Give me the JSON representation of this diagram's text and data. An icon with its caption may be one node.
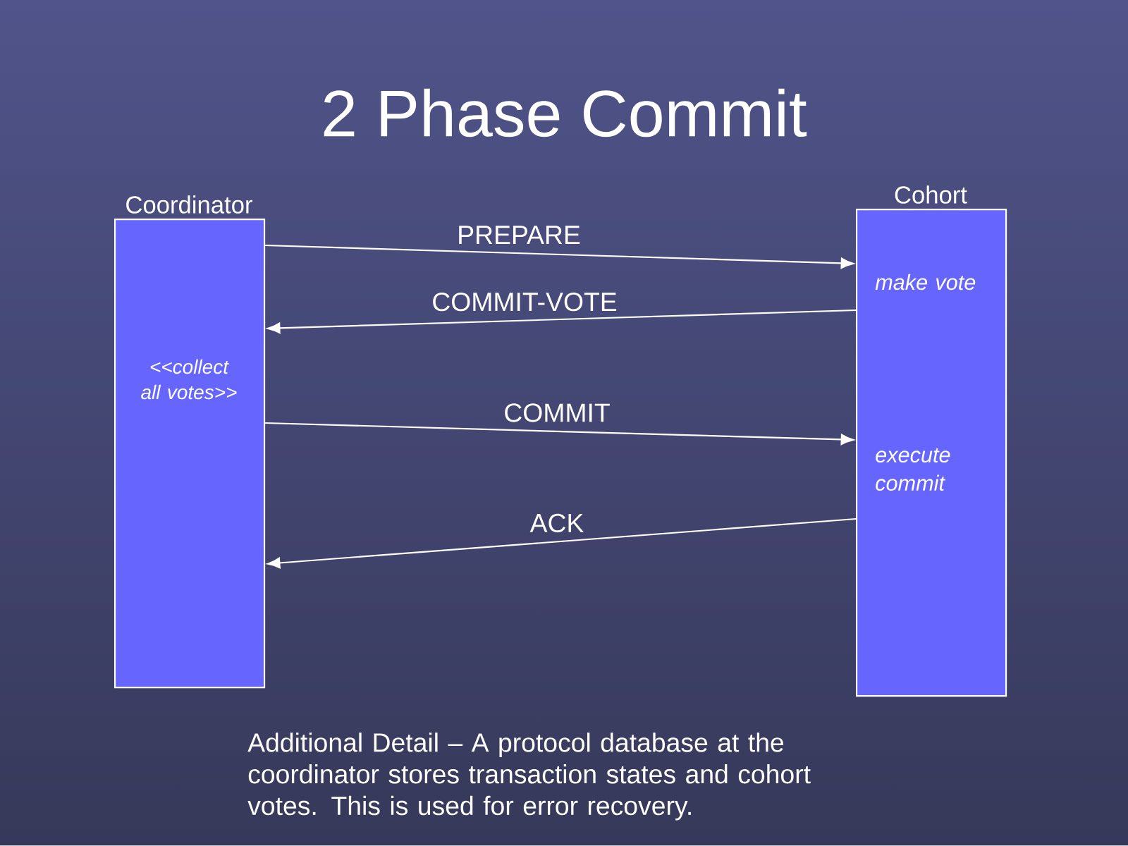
{
  "diagram": {
    "title": "2 Phase Commit",
    "nodes": [
      {
        "text": [
          "Coordinator",
          "<<collect all votes>>"
        ]
      },
      {
        "text": [
          "Cohort",
          "make vote",
          "execute commit"
        ]
      }
    ],
    "edges": [
      {
        "from": 0,
        "to": 1,
        "arrow": "to",
        "label": "PREPARE"
      },
      {
        "from": 1,
        "to": 0,
        "arrow": "to",
        "label": "COMMIT-VOTE"
      },
      {
        "from": 0,
        "to": 1,
        "arrow": "to",
        "label": "COMMIT"
      },
      {
        "from": 1,
        "to": 0,
        "arrow": "to",
        "label": "ACK"
      }
    ],
    "labels": [
      "Additional Detail – A protocol database at the coordinator stores transaction states and cohort votes. This is used for error recovery."
    ]
  }
}
